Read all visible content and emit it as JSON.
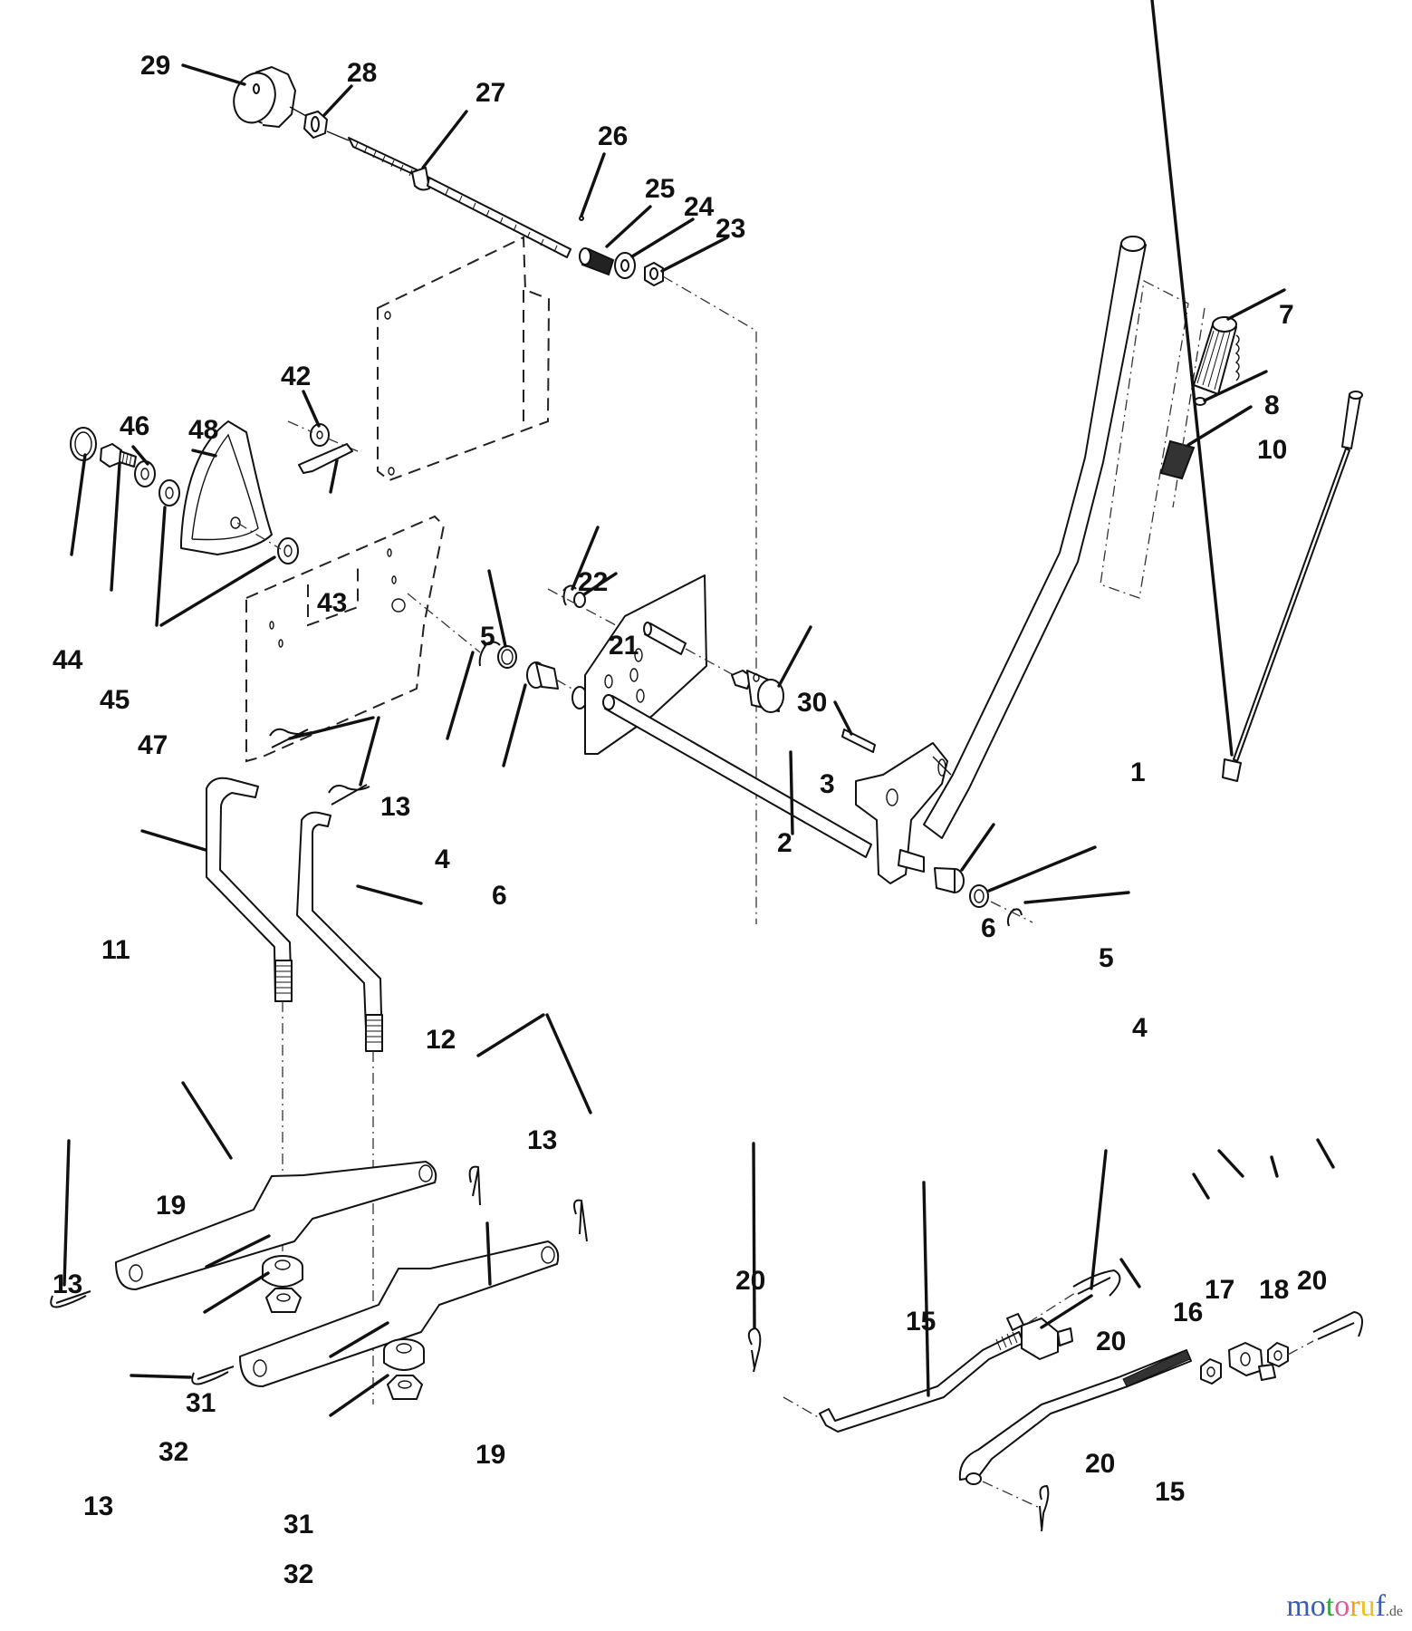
{
  "diagram": {
    "title": "Lift lever assembly exploded parts diagram",
    "callouts": [
      {
        "id": "c29",
        "label": "29",
        "part": "knob"
      },
      {
        "id": "c28",
        "label": "28",
        "part": "nut"
      },
      {
        "id": "c27",
        "label": "27",
        "part": "threaded rod"
      },
      {
        "id": "c26",
        "label": "26",
        "part": "pin"
      },
      {
        "id": "c25",
        "label": "25",
        "part": "spring"
      },
      {
        "id": "c24",
        "label": "24",
        "part": "washer"
      },
      {
        "id": "c23",
        "label": "23",
        "part": "nut"
      },
      {
        "id": "c42",
        "label": "42",
        "part": "washer"
      },
      {
        "id": "c43",
        "label": "43",
        "part": "spring clip"
      },
      {
        "id": "c46",
        "label": "46",
        "part": "washer"
      },
      {
        "id": "c48",
        "label": "48",
        "part": "quadrant plate"
      },
      {
        "id": "c44",
        "label": "44",
        "part": "cap"
      },
      {
        "id": "c45",
        "label": "45",
        "part": "bolt"
      },
      {
        "id": "c47",
        "label": "47",
        "part": "washers"
      },
      {
        "id": "c22",
        "label": "22",
        "part": "clip"
      },
      {
        "id": "c21",
        "label": "21",
        "part": "washer"
      },
      {
        "id": "c5a",
        "label": "5",
        "part": "washer"
      },
      {
        "id": "c4a",
        "label": "4",
        "part": "retaining ring"
      },
      {
        "id": "c6a",
        "label": "6",
        "part": "bushing"
      },
      {
        "id": "c30",
        "label": "30",
        "part": "trunnion"
      },
      {
        "id": "c3",
        "label": "3",
        "part": "key pin"
      },
      {
        "id": "c2",
        "label": "2",
        "part": "lift shaft"
      },
      {
        "id": "c7",
        "label": "7",
        "part": "grip"
      },
      {
        "id": "c8",
        "label": "8",
        "part": "button"
      },
      {
        "id": "c10",
        "label": "10",
        "part": "spring"
      },
      {
        "id": "c1",
        "label": "1",
        "part": "release rod"
      },
      {
        "id": "c6b",
        "label": "6",
        "part": "bushing"
      },
      {
        "id": "c5b",
        "label": "5",
        "part": "washer"
      },
      {
        "id": "c4b",
        "label": "4",
        "part": "retaining ring"
      },
      {
        "id": "c13a",
        "label": "13",
        "part": "hairpin clip"
      },
      {
        "id": "c11",
        "label": "11",
        "part": "lift link"
      },
      {
        "id": "c12",
        "label": "12",
        "part": "lift link"
      },
      {
        "id": "c13b",
        "label": "13",
        "part": "hairpin clip"
      },
      {
        "id": "c19a",
        "label": "19",
        "part": "lift arm"
      },
      {
        "id": "c13c",
        "label": "13",
        "part": "hairpin clip"
      },
      {
        "id": "c31a",
        "label": "31",
        "part": "grommet"
      },
      {
        "id": "c32a",
        "label": "32",
        "part": "nut"
      },
      {
        "id": "c19b",
        "label": "19",
        "part": "lift arm"
      },
      {
        "id": "c13d",
        "label": "13",
        "part": "hairpin clip"
      },
      {
        "id": "c31b",
        "label": "31",
        "part": "grommet"
      },
      {
        "id": "c32b",
        "label": "32",
        "part": "nut"
      },
      {
        "id": "c20a",
        "label": "20",
        "part": "hairpin clip"
      },
      {
        "id": "c15a",
        "label": "15",
        "part": "adjustment rod"
      },
      {
        "id": "c20b",
        "label": "20",
        "part": "hairpin clip"
      },
      {
        "id": "c16",
        "label": "16",
        "part": "nut"
      },
      {
        "id": "c17",
        "label": "17",
        "part": "trunnion block"
      },
      {
        "id": "c18",
        "label": "18",
        "part": "nut"
      },
      {
        "id": "c20c",
        "label": "20",
        "part": "hairpin clip"
      },
      {
        "id": "c20d",
        "label": "20",
        "part": "hairpin clip"
      },
      {
        "id": "c15b",
        "label": "15",
        "part": "adjustment rod"
      }
    ]
  },
  "watermark": {
    "text": "motoruf",
    "suffix": ".de",
    "letter_colors": [
      "#3b5bb5",
      "#3b5bb5",
      "#3aa343",
      "#e05a9c",
      "#f0a020",
      "#f0c020",
      "#3b5bb5"
    ]
  }
}
